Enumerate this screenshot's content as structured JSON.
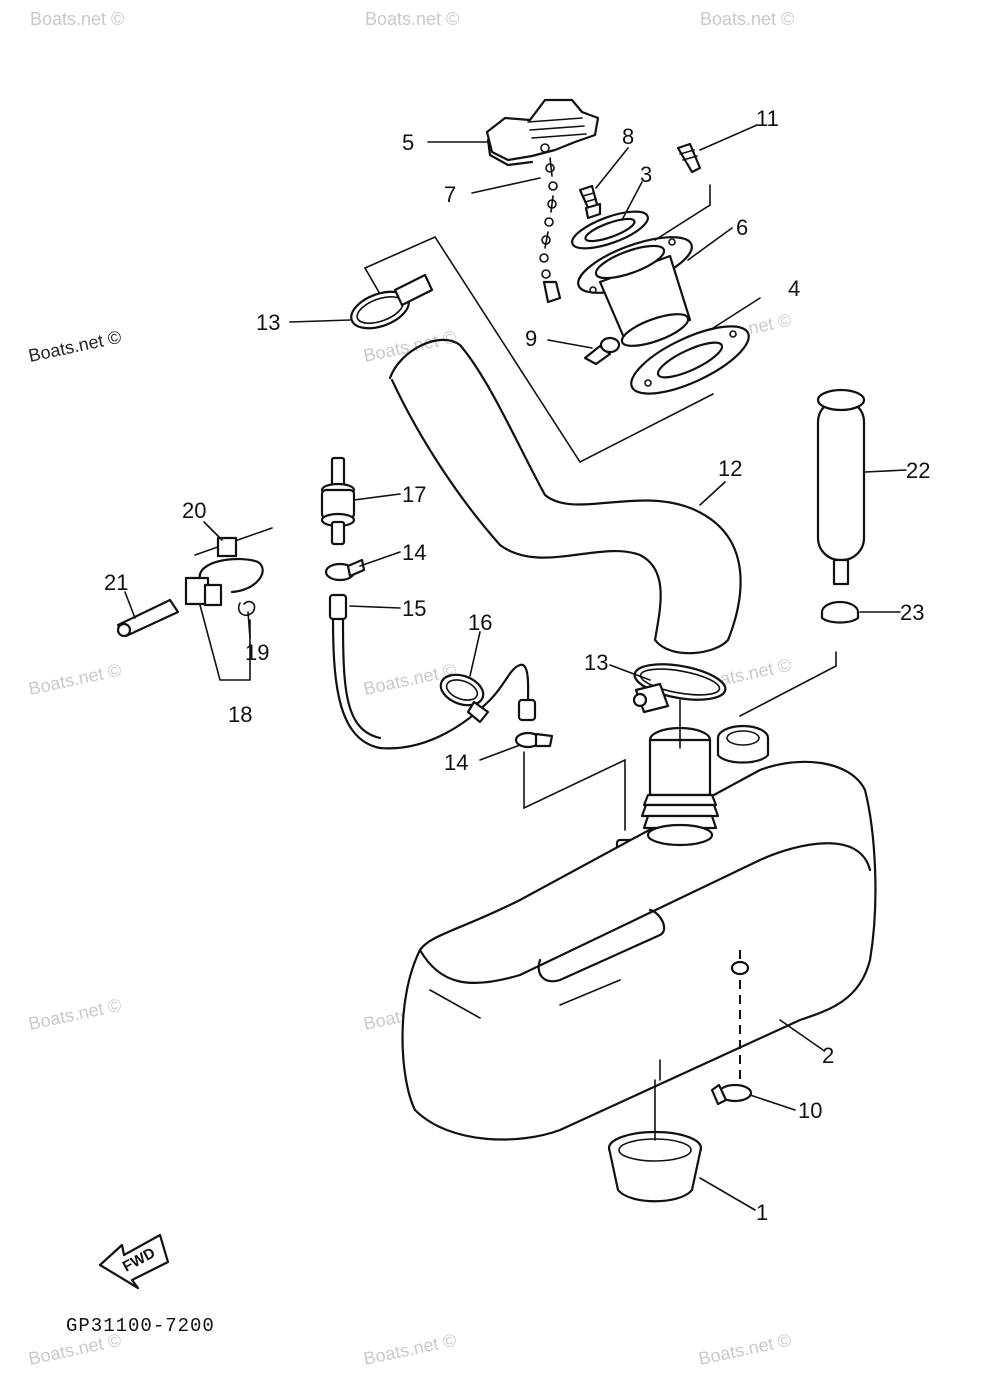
{
  "diagram_code": "GP31100-7200",
  "fwd_label": "FWD",
  "watermark": "Boats.net ©",
  "callouts": {
    "c1": "1",
    "c2": "2",
    "c3": "3",
    "c4": "4",
    "c5": "5",
    "c6": "6",
    "c7": "7",
    "c8": "8",
    "c9": "9",
    "c10": "10",
    "c11": "11",
    "c12": "12",
    "c13a": "13",
    "c13b": "13",
    "c14a": "14",
    "c14b": "14",
    "c15": "15",
    "c16": "16",
    "c17": "17",
    "c18": "18",
    "c19": "19",
    "c20": "20",
    "c21": "21",
    "c22": "22",
    "c23": "23"
  }
}
